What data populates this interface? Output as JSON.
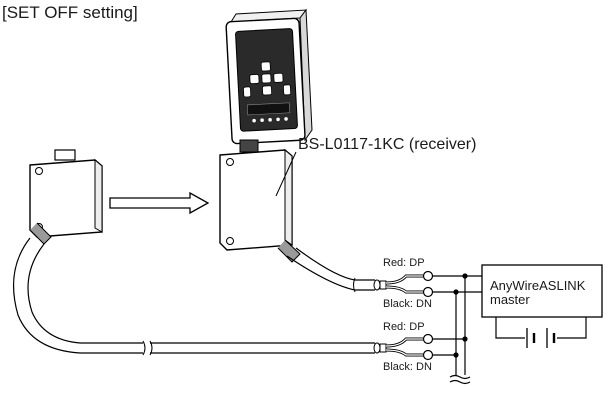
{
  "heading": "[SET OFF setting]",
  "receiver_label": "BS-L0117-1KC (receiver)",
  "upper_cable": {
    "red_label": "Red: DP",
    "black_label": "Black: DN"
  },
  "lower_cable": {
    "red_label": "Red: DP",
    "black_label": "Black: DN"
  },
  "master": {
    "line1": "AnyWireASLINK",
    "line2": "master"
  }
}
